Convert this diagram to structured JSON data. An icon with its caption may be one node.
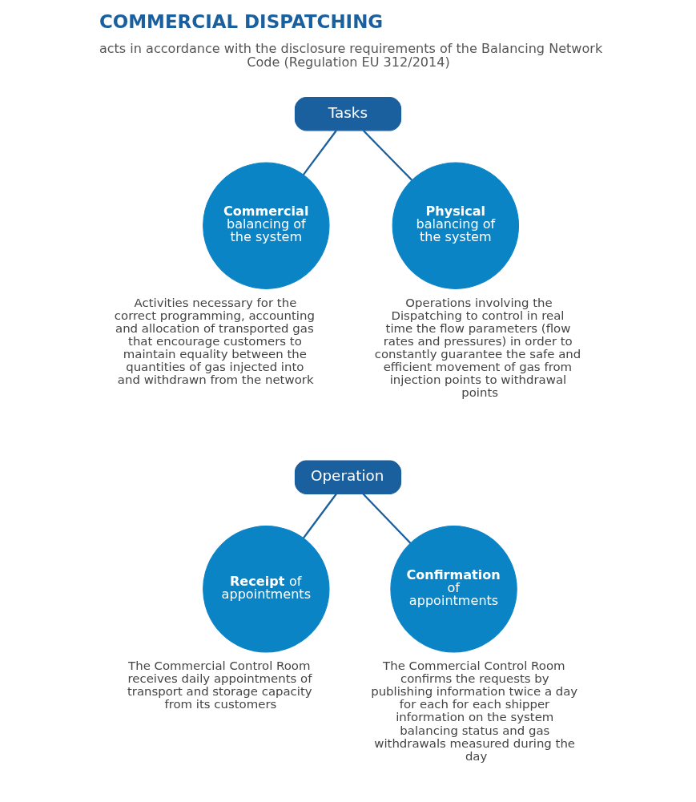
{
  "diagram": {
    "title": "COMMERCIAL DISPATCHING",
    "nodes": [
      {
        "text": [
          "Tasks"
        ]
      },
      {
        "text": [
          "**Commercial** balancing of the system"
        ],
        "beside": [
          "Activities necessary for the correct programming, accounting and allocation of transported gas that encourage customers to maintain equality between the quantities of gas injected into and withdrawn from the network"
        ]
      },
      {
        "text": [
          "**Physical** balancing of the system"
        ],
        "beside": [
          "Operations involving the Dispatching to control in real time the flow parameters (flow rates and pressures) in order to constantly guarantee the safe and efficient movement of gas from injection points to withdrawal points"
        ]
      },
      {
        "text": [
          "Operation"
        ]
      },
      {
        "text": [
          "**Receipt** of appointments"
        ],
        "beside": [
          "The Commercial Control Room receives daily appointments of transport and storage capacity from its customers"
        ]
      },
      {
        "text": [
          "**Confirmation** of appointments"
        ],
        "beside": [
          "The Commercial Control Room confirms the requests by publishing information twice a day for each for each shipper information on the system balancing status and gas withdrawals measured during the day"
        ]
      }
    ],
    "edges": [
      {
        "from": 0,
        "to": 1,
        "arrow": "none"
      },
      {
        "from": 0,
        "to": 2,
        "arrow": "none"
      },
      {
        "from": 3,
        "to": 4,
        "arrow": "none"
      },
      {
        "from": 3,
        "to": 5,
        "arrow": "none"
      }
    ],
    "labels": [
      "acts in accordance with the disclosure requirements of the Balancing Network Code (Regulation EU 312/2014)"
    ]
  }
}
